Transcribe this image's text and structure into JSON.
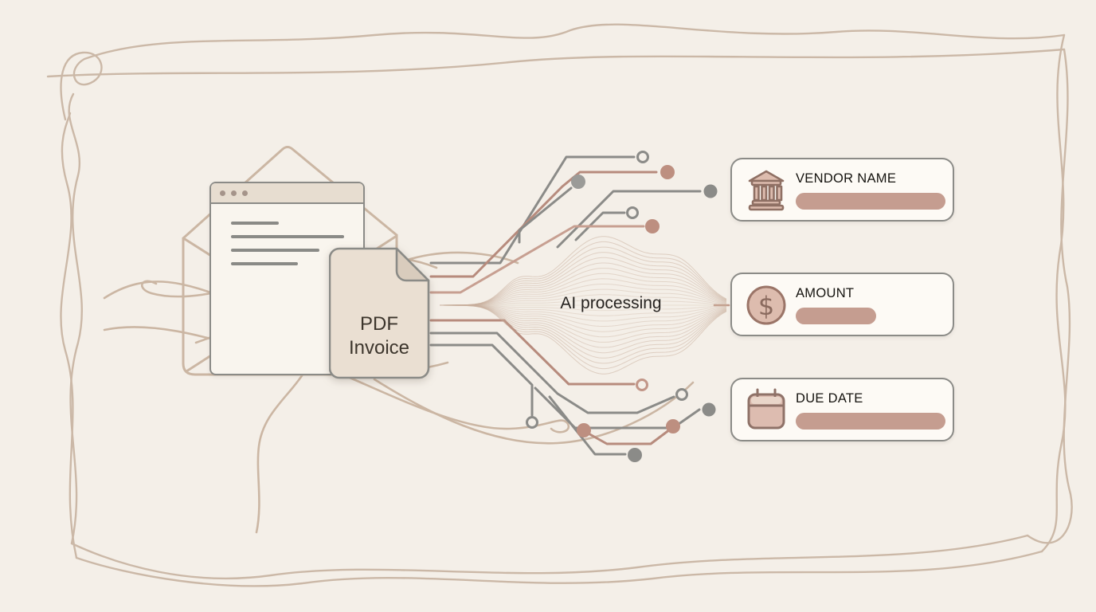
{
  "diagram": {
    "title": "PDF invoice AI extraction flow",
    "email_window": {
      "dot_count": 3,
      "text_line_count": 4
    },
    "pdf_document": {
      "line1": "PDF",
      "line2": "Invoice"
    },
    "ai_label": "AI processing",
    "cards": [
      {
        "id": "vendor-name",
        "label": "VENDOR NAME",
        "icon": "bank-icon",
        "value_redacted": true
      },
      {
        "id": "amount",
        "label": "AMOUNT",
        "icon": "dollar-coin-icon",
        "value_redacted": true
      },
      {
        "id": "due-date",
        "label": "DUE DATE",
        "icon": "calendar-icon",
        "value_redacted": true
      }
    ],
    "colors": {
      "background": "#f4efe8",
      "border_scribble": "#c7b3a0",
      "envelope_line": "#cbb6a3",
      "circuit_gray": "#8b8b88",
      "circuit_rose": "#b78b7d",
      "wave_line": "#c7ae9c",
      "pill": "#c59d90",
      "card_border": "#8b8b87",
      "icon_fill": "#ddbcae",
      "icon_stroke": "#8f7064",
      "text_dark": "#262320"
    }
  }
}
